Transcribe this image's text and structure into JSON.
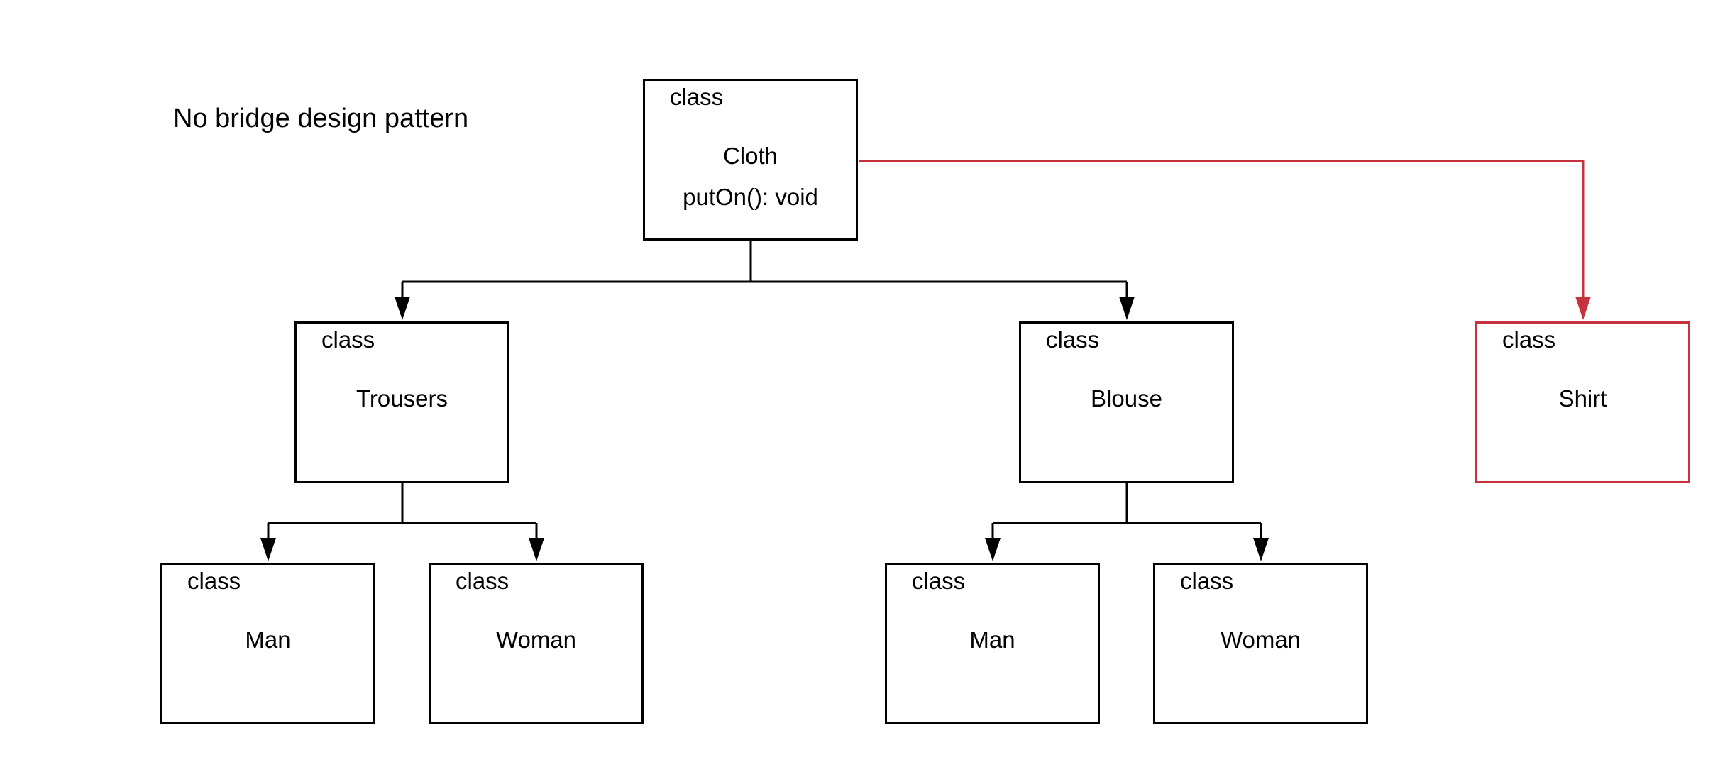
{
  "diagram": {
    "title": "No bridge design pattern",
    "stereotype": "class",
    "colors": {
      "line": "#000000",
      "highlight": "#c7303d"
    },
    "classes": {
      "cloth": {
        "name": "Cloth",
        "operation": "putOn(): void"
      },
      "trousers": {
        "name": "Trousers"
      },
      "blouse": {
        "name": "Blouse"
      },
      "shirt": {
        "name": "Shirt"
      },
      "trousers_man": {
        "name": "Man"
      },
      "trousers_woman": {
        "name": "Woman"
      },
      "blouse_man": {
        "name": "Man"
      },
      "blouse_woman": {
        "name": "Woman"
      }
    }
  }
}
